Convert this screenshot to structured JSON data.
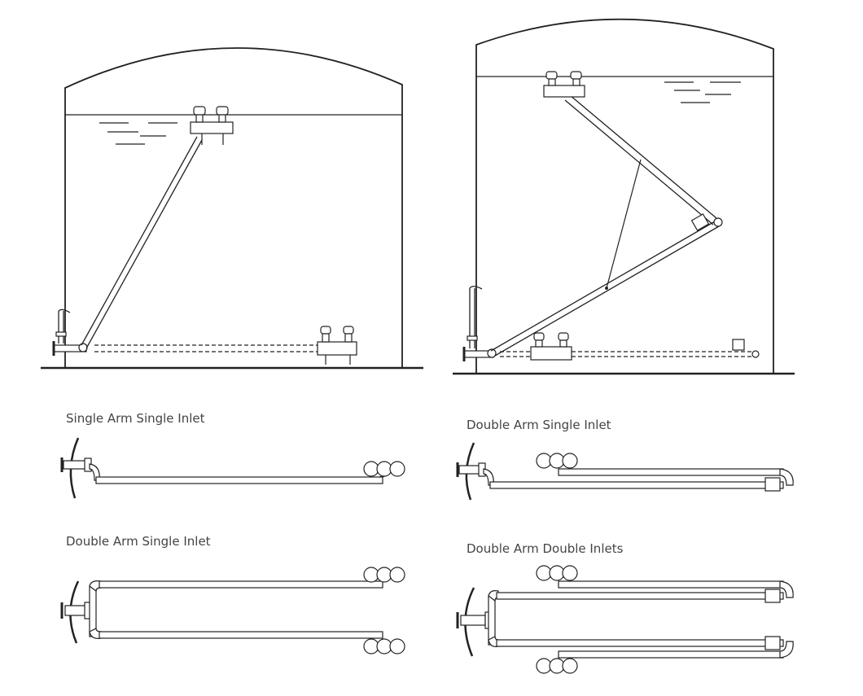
{
  "captions": {
    "single_arm_single_inlet": "Single Arm Single Inlet",
    "double_arm_single_inlet_left": "Double Arm Single Inlet",
    "double_arm_single_inlet_right": "Double Arm Single Inlet",
    "double_arm_double_inlets": "Double Arm Double Inlets"
  },
  "colors": {
    "line": "#222222",
    "text": "#444444",
    "background": "#ffffff"
  }
}
